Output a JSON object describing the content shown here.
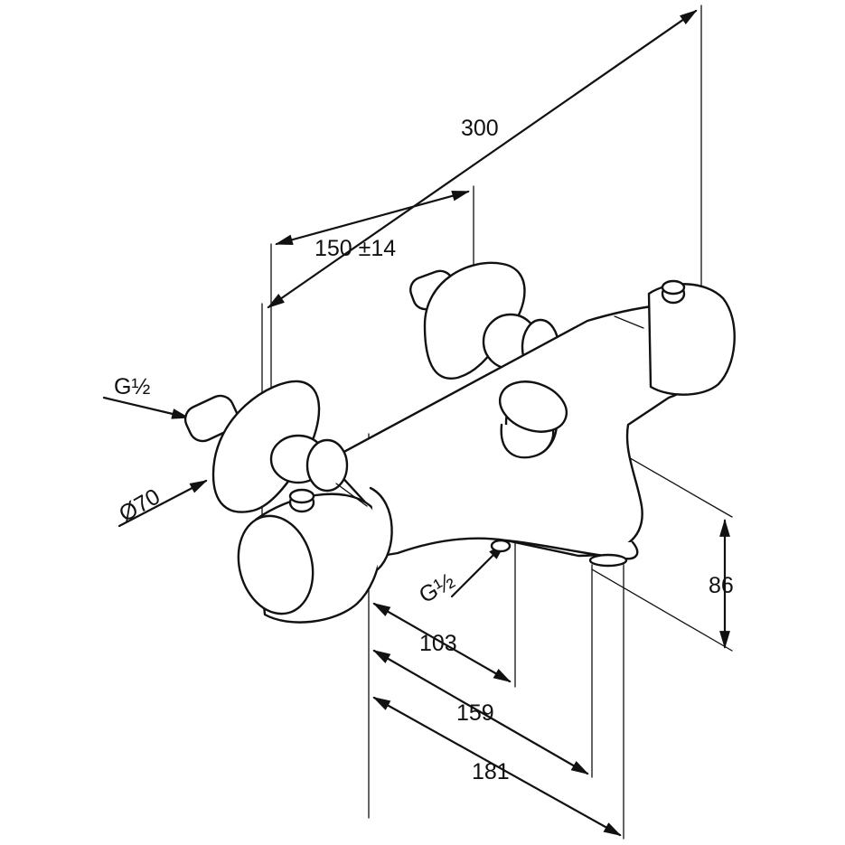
{
  "dimensions": {
    "overall_width": "300",
    "inlet_spacing": "150 ±14",
    "inlet_thread": "G½",
    "rosette_diameter": "Ø70",
    "outlet_thread": "G½",
    "height": "86",
    "depth_outlet": "103",
    "depth_body": "159",
    "depth_total": "181"
  }
}
